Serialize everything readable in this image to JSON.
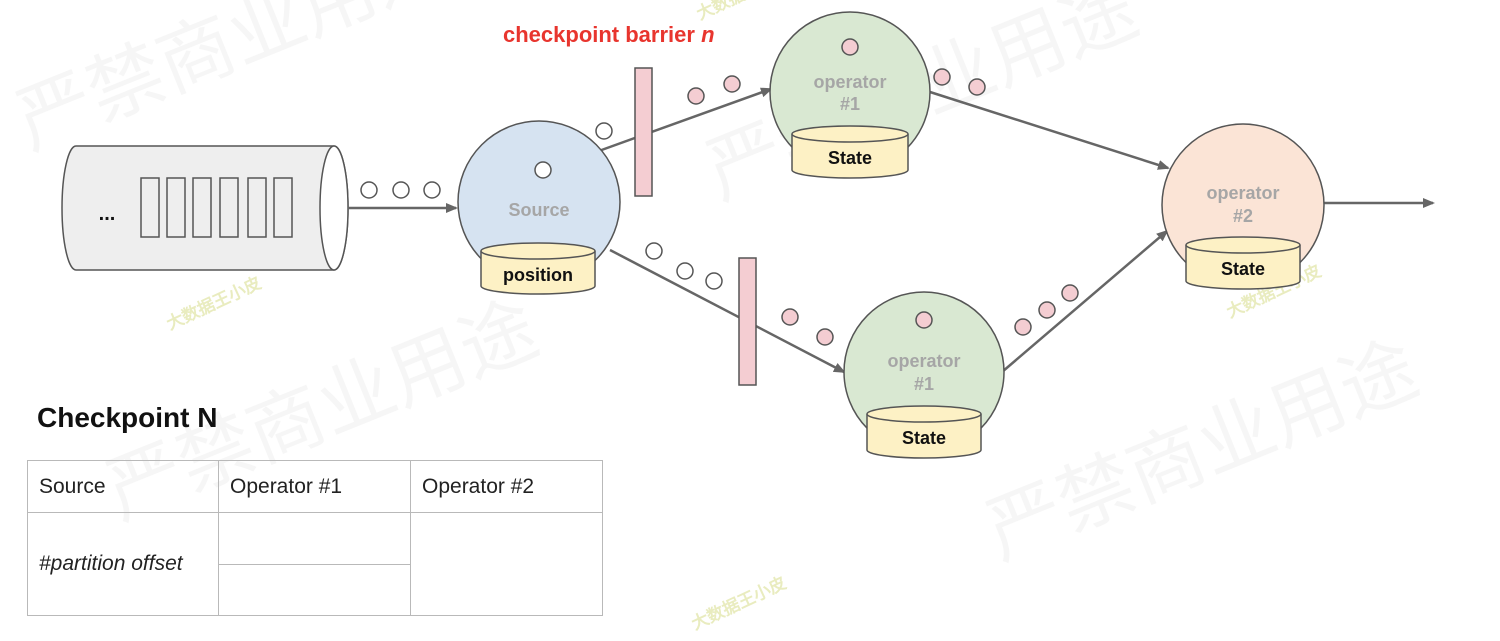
{
  "barrier_label": {
    "text": "checkpoint barrier ",
    "n": "n",
    "color": "#e8352e"
  },
  "log": {
    "ellipsis": "..."
  },
  "source": {
    "label": "Source",
    "state": "position",
    "fill": "#d6e3f1"
  },
  "operator1_top": {
    "label_line1": "operator",
    "label_line2": "#1",
    "state": "State",
    "fill": "#d9e8d2"
  },
  "operator1_bottom": {
    "label_line1": "operator",
    "label_line2": "#1",
    "state": "State",
    "fill": "#d9e8d2"
  },
  "operator2": {
    "label_line1": "operator",
    "label_line2": "#2",
    "state": "State",
    "fill": "#fbe4d6"
  },
  "colors": {
    "state_fill": "#fdf1c5",
    "barrier_fill": "#f4cdd2",
    "record_fill": "#f4cdd2",
    "arrow": "#666666"
  },
  "checkpoint": {
    "title": "Checkpoint N",
    "headers": [
      "Source",
      "Operator #1",
      "Operator #2"
    ],
    "source_cell": "#partition offset"
  },
  "watermarks": {
    "large": "严禁商业用途",
    "small": "大数据王小皮"
  }
}
